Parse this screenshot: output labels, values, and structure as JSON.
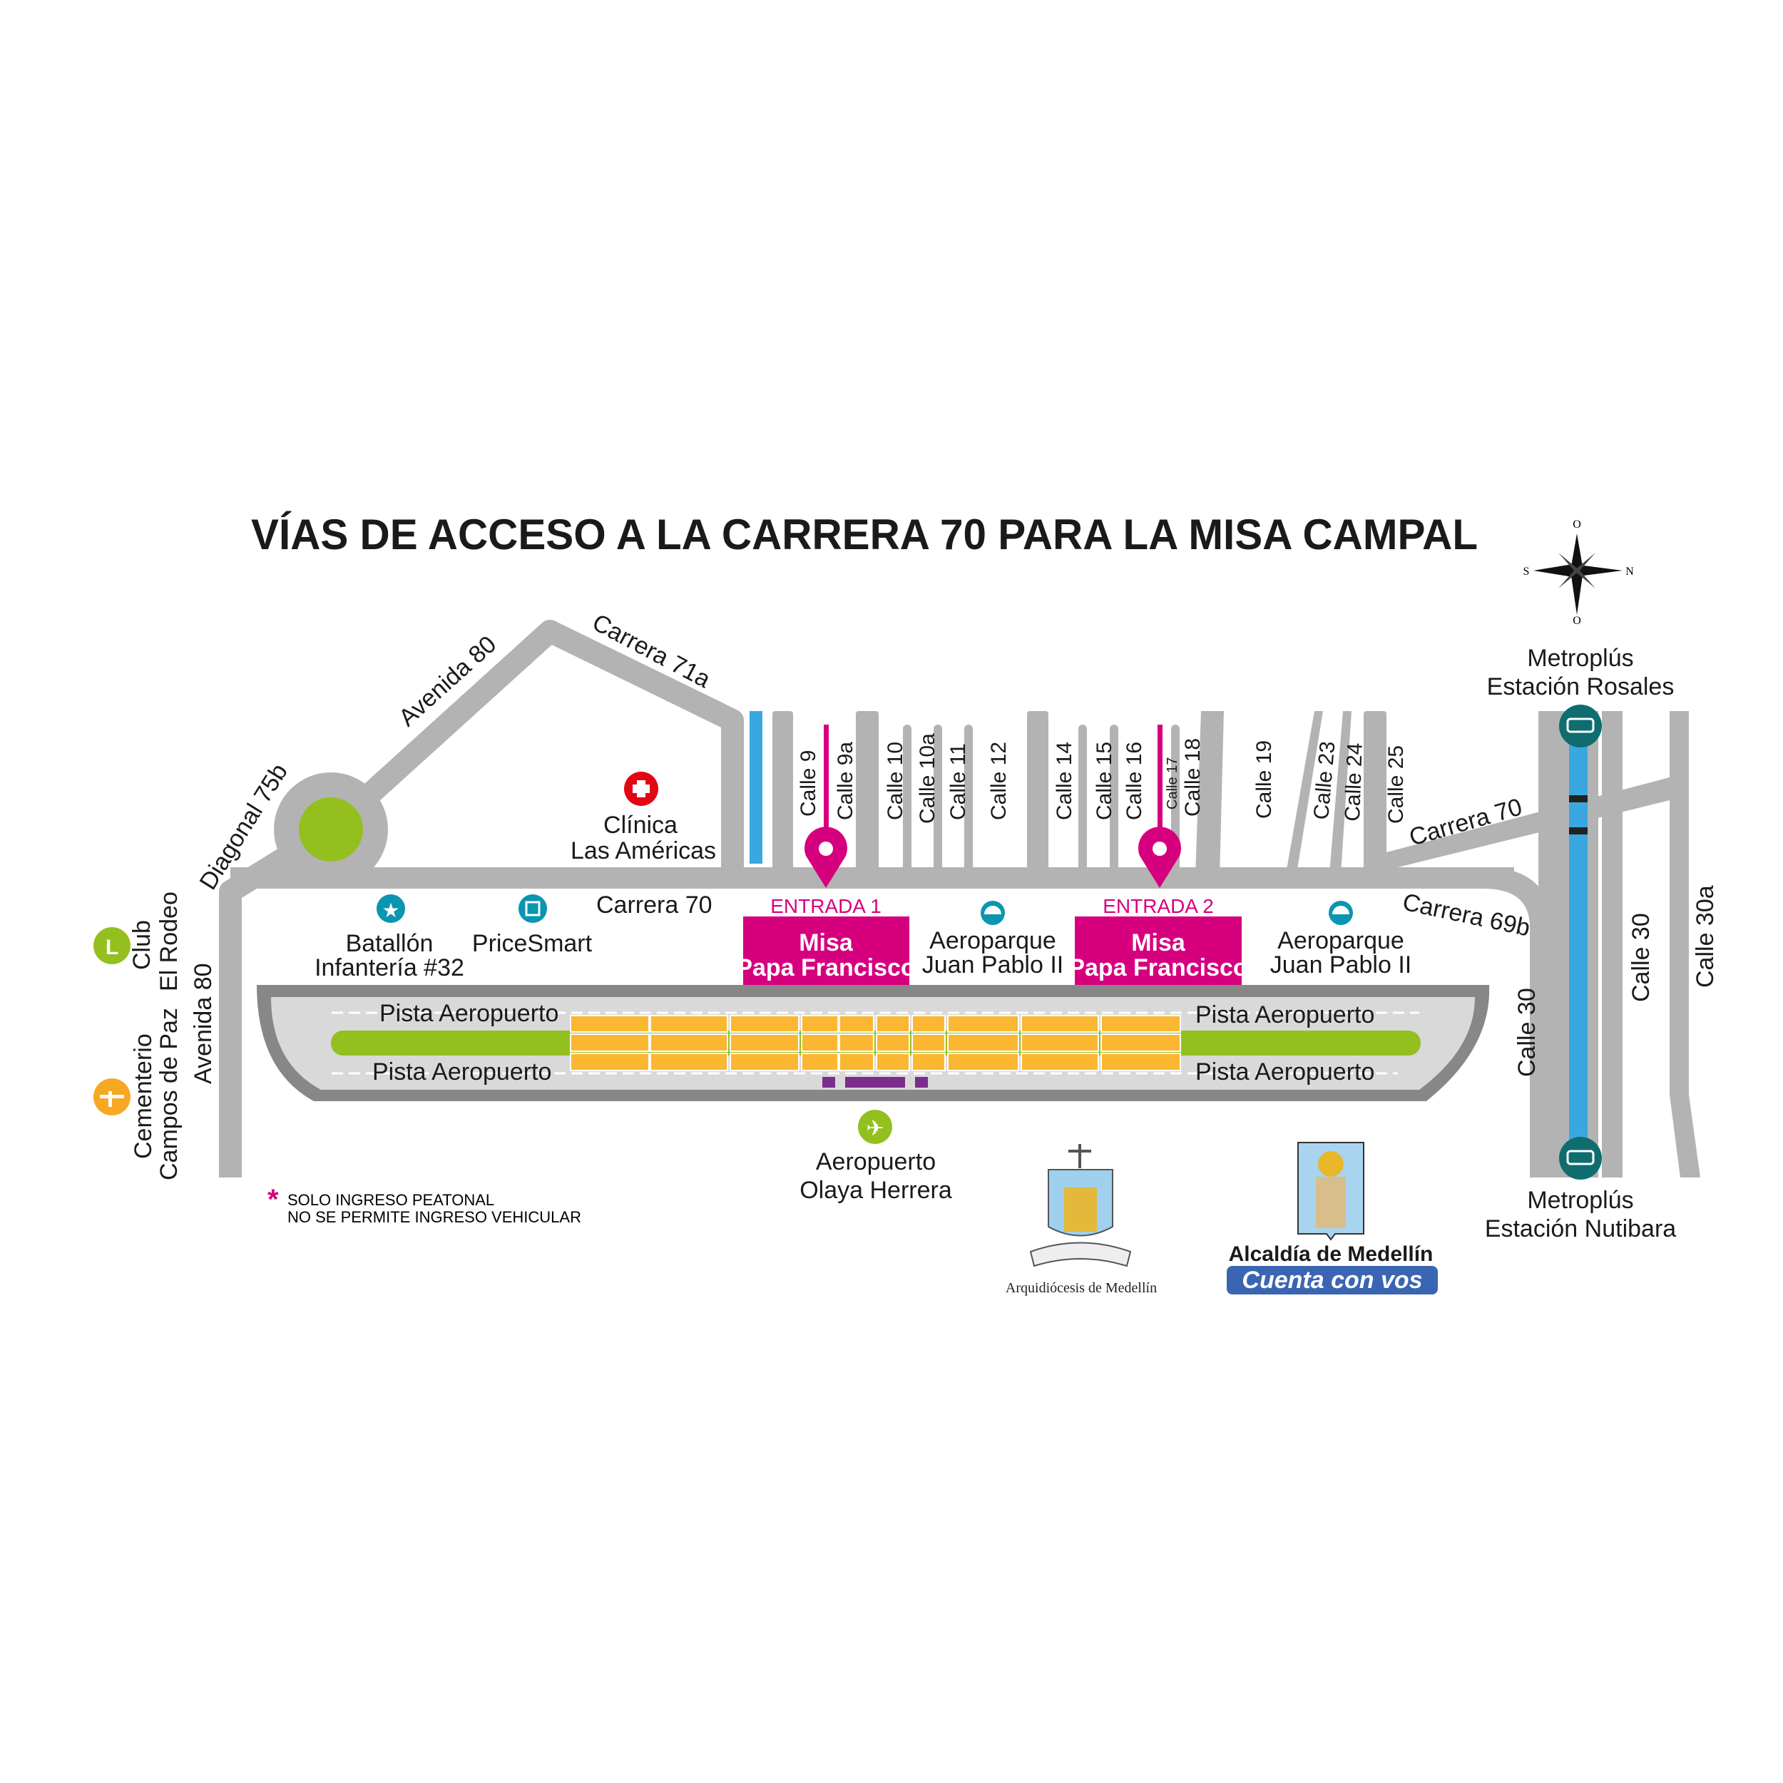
{
  "title": "VÍAS DE ACCESO A LA CARRERA 70 PARA LA MISA CAMPAL",
  "compass": {
    "top": "O",
    "left": "S",
    "right": "N",
    "bottom": "O"
  },
  "roads": {
    "avenida_80_diag": "Avenida 80",
    "carrera_71a": "Carrera 71a",
    "diagonal_75b": "Diagonal 75b",
    "carrera_70": "Carrera 70",
    "carrera_70_right": "Carrera 70",
    "carrera_69b": "Carrera 69b",
    "avenida_80_vert": "Avenida 80",
    "calle_30_a": "Calle 30",
    "calle_30_b": "Calle 30",
    "calle_30a": "Calle 30a",
    "calles": [
      "Calle 9",
      "Calle 9a",
      "Calle 10",
      "Calle 10a",
      "Calle 11",
      "Calle 12",
      "Calle 14",
      "Calle 15",
      "Calle 16",
      "Calle 17",
      "Calle 18",
      "Calle 19",
      "Calle 23",
      "Calle 24",
      "Calle 25"
    ]
  },
  "places": {
    "clinica": [
      "Clínica",
      "Las Américas"
    ],
    "batallon": [
      "Batallón",
      "Infantería #32"
    ],
    "pricesmart": "PriceSmart",
    "club": [
      "Club",
      "El Rodeo"
    ],
    "cementerio": [
      "Cementerio",
      "Campos de Paz"
    ],
    "aeroparque1": [
      "Aeroparque",
      "Juan Pablo II"
    ],
    "aeroparque2": [
      "Aeroparque",
      "Juan Pablo II"
    ],
    "aeropuerto": [
      "Aeropuerto",
      "Olaya Herrera"
    ],
    "pista": "Pista Aeropuerto",
    "metro_rosales": [
      "Metroplús",
      "Estación Rosales"
    ],
    "metro_nutibara": [
      "Metroplús",
      "Estación Nutibara"
    ]
  },
  "entrances": [
    {
      "label": "ENTRADA 1",
      "line1": "Misa",
      "line2": "Papa Francisco"
    },
    {
      "label": "ENTRADA 2",
      "line1": "Misa",
      "line2": "Papa Francisco"
    }
  ],
  "note": {
    "asterisk": "*",
    "line1": "SOLO INGRESO PEATONAL",
    "line2": "NO SE PERMITE INGRESO VEHICULAR"
  },
  "logos": {
    "arquidiocesis": "Arquidiócesis de Medellín",
    "alcaldia": "Alcaldía de Medellín",
    "slogan": "Cuenta con vos"
  },
  "colors": {
    "road": "#b3b3b3",
    "accent": "#d6007f",
    "metro": "#3aa8e0",
    "station": "#0f6d70",
    "green": "#93c01f",
    "yellow": "#fbb731",
    "purple": "#7b2d8b"
  }
}
